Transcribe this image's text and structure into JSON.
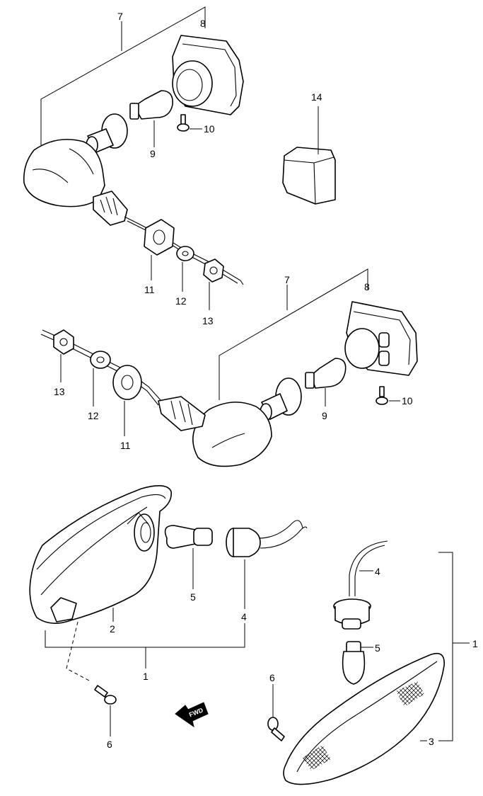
{
  "callouts": {
    "upper": {
      "assy": "7",
      "lens": "8",
      "bulb": "9",
      "screw": "10",
      "cushion": "11",
      "washer": "12",
      "nut": "13",
      "relay": "14"
    },
    "middle": {
      "assy": "7",
      "lens": "8",
      "bulb": "9",
      "screw": "10",
      "cushion": "11",
      "washer": "12",
      "nut": "13"
    },
    "lower_left": {
      "assy": "1",
      "housing": "2",
      "socket": "4",
      "bulb": "5",
      "screw": "6"
    },
    "lower_right": {
      "assy": "1",
      "lens": "3",
      "socket": "4",
      "bulb": "5",
      "screw": "6"
    }
  },
  "fwd_arrow": {
    "text": "FWD",
    "icon": "fwd-arrow-icon"
  }
}
